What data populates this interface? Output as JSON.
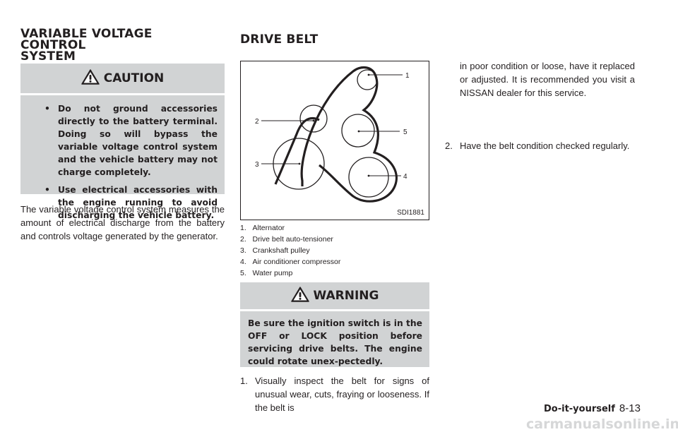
{
  "col1": {
    "heading_line1": "VARIABLE VOLTAGE CONTROL",
    "heading_line2": "SYSTEM",
    "caution": {
      "title": "CAUTION",
      "items": [
        "Do not ground accessories directly to the battery terminal. Doing so will bypass the variable voltage control system and the vehicle battery may not charge completely.",
        "Use electrical accessories with the engine running to avoid discharging the vehicle battery."
      ]
    },
    "body": "The variable voltage control system measures the amount of electrical discharge from the battery and controls voltage generated by the generator."
  },
  "col2": {
    "heading": "DRIVE BELT",
    "figure": {
      "code": "SDI1881",
      "callouts": [
        "1",
        "2",
        "3",
        "4",
        "5"
      ]
    },
    "legend": [
      "1.   Alternator",
      "2.   Drive belt auto-tensioner",
      "3.   Crankshaft pulley",
      "4.   Air conditioner compressor",
      "5.   Water pump"
    ],
    "warning": {
      "title": "WARNING",
      "text": "Be sure the ignition switch is in the OFF or LOCK position before servicing drive belts. The engine could rotate unex-pectedly."
    },
    "step1": {
      "num": "1.",
      "text": "Visually inspect the belt for signs of unusual wear, cuts, fraying or looseness. If the belt is"
    }
  },
  "col3": {
    "step1_cont": "in poor condition or loose, have it replaced or adjusted. It is recommended you visit a NISSAN dealer for this service.",
    "step2": {
      "num": "2.",
      "text": "Have the belt condition checked regularly."
    }
  },
  "footer": {
    "section": "Do-it-yourself",
    "page": "8-13"
  },
  "watermark": "carmanualsonline.info"
}
